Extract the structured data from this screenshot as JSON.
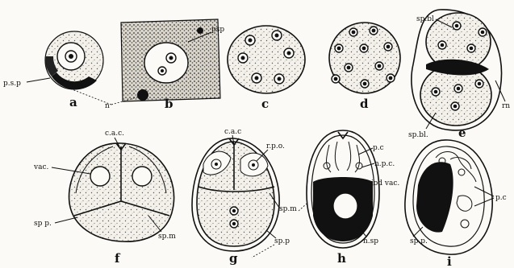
{
  "figure": {
    "panel_letters": [
      "a",
      "b",
      "c",
      "d",
      "e",
      "f",
      "g",
      "h",
      "i"
    ],
    "labels": {
      "a_psp": "p.s.p",
      "b_psp": "psp",
      "n": "n",
      "e_spbl_top": "sp.bl",
      "e_spbl_bottom": "sp.bl.",
      "e_rn": "rn",
      "f_cac": "c.a.c.",
      "f_vac": "vac.",
      "f_spp": "sp p.",
      "f_spm": "sp.m",
      "g_cac": "c.a.c",
      "g_rpo": "r.p.o.",
      "g_spm": "sp.m",
      "g_spp": "sp.p",
      "h_pc": "p.c",
      "h_npc": "n.p.c.",
      "h_iodvac": "iod vac.",
      "h_nsp": "n.sp",
      "i_spp": "sp.p.",
      "i_pc": "p.c"
    }
  }
}
